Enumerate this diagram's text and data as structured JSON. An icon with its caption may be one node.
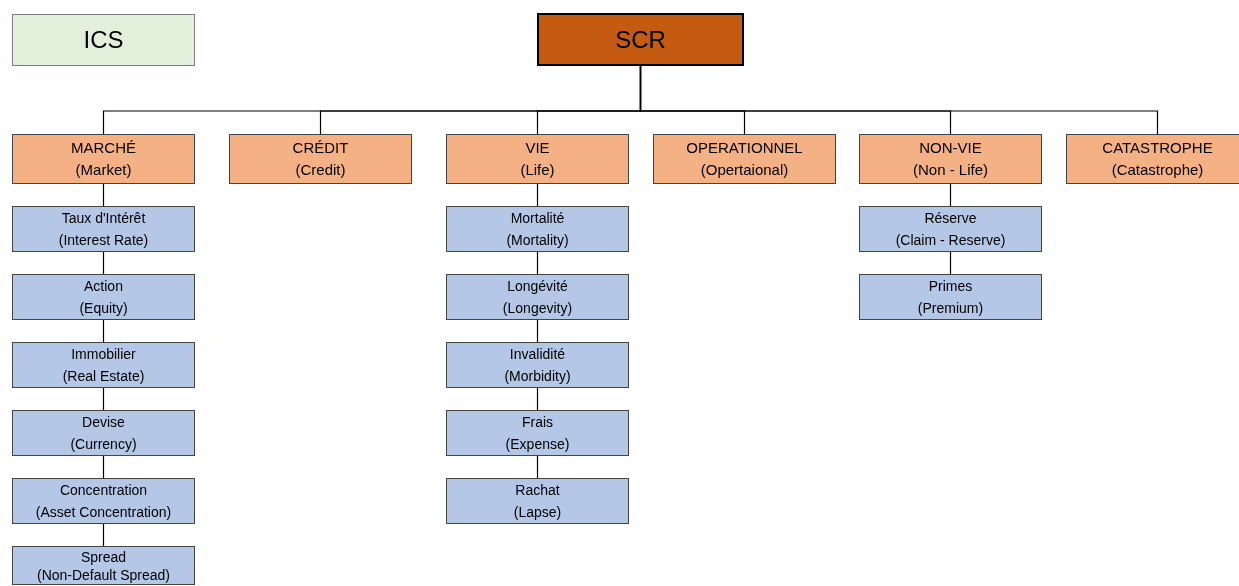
{
  "diagram": {
    "nodes": [
      {
        "text": [
          "ICS"
        ]
      },
      {
        "text": [
          "SCR"
        ]
      },
      {
        "text": [
          "MARCHÉ",
          "(Market)"
        ]
      },
      {
        "text": [
          "CRÉDIT",
          "(Credit)"
        ]
      },
      {
        "text": [
          "VIE",
          "(Life)"
        ]
      },
      {
        "text": [
          "OPERATIONNEL",
          "(Opertaional)"
        ]
      },
      {
        "text": [
          "NON-VIE",
          "(Non - Life)"
        ]
      },
      {
        "text": [
          "CATASTROPHE",
          "(Catastrophe)"
        ]
      },
      {
        "text": [
          "Taux d'Intérêt",
          "(Interest Rate)"
        ]
      },
      {
        "text": [
          "Action",
          "(Equity)"
        ]
      },
      {
        "text": [
          "Immobilier",
          "(Real Estate)"
        ]
      },
      {
        "text": [
          "Devise",
          "(Currency)"
        ]
      },
      {
        "text": [
          "Concentration",
          "(Asset Concentration)"
        ]
      },
      {
        "text": [
          "Spread",
          "(Non-Default Spread)"
        ]
      },
      {
        "text": [
          "Mortalité",
          "(Mortality)"
        ]
      },
      {
        "text": [
          "Longévité",
          "(Longevity)"
        ]
      },
      {
        "text": [
          "Invalidité",
          "(Morbidity)"
        ]
      },
      {
        "text": [
          "Frais",
          "(Expense)"
        ]
      },
      {
        "text": [
          "Rachat",
          "(Lapse)"
        ]
      },
      {
        "text": [
          "Réserve",
          "(Claim - Reserve)"
        ]
      },
      {
        "text": [
          "Primes",
          "(Premium)"
        ]
      }
    ],
    "edges": [
      {
        "from": 1,
        "to": 2,
        "arrow": "none"
      },
      {
        "from": 1,
        "to": 3,
        "arrow": "none"
      },
      {
        "from": 1,
        "to": 4,
        "arrow": "none"
      },
      {
        "from": 1,
        "to": 5,
        "arrow": "none"
      },
      {
        "from": 1,
        "to": 6,
        "arrow": "none"
      },
      {
        "from": 1,
        "to": 7,
        "arrow": "none"
      },
      {
        "from": 2,
        "to": 8,
        "arrow": "none"
      },
      {
        "from": 8,
        "to": 9,
        "arrow": "none"
      },
      {
        "from": 9,
        "to": 10,
        "arrow": "none"
      },
      {
        "from": 10,
        "to": 11,
        "arrow": "none"
      },
      {
        "from": 11,
        "to": 12,
        "arrow": "none"
      },
      {
        "from": 12,
        "to": 13,
        "arrow": "none"
      },
      {
        "from": 4,
        "to": 14,
        "arrow": "none"
      },
      {
        "from": 14,
        "to": 15,
        "arrow": "none"
      },
      {
        "from": 15,
        "to": 16,
        "arrow": "none"
      },
      {
        "from": 16,
        "to": 17,
        "arrow": "none"
      },
      {
        "from": 17,
        "to": 18,
        "arrow": "none"
      },
      {
        "from": 6,
        "to": 19,
        "arrow": "none"
      },
      {
        "from": 19,
        "to": 20,
        "arrow": "none"
      }
    ]
  }
}
